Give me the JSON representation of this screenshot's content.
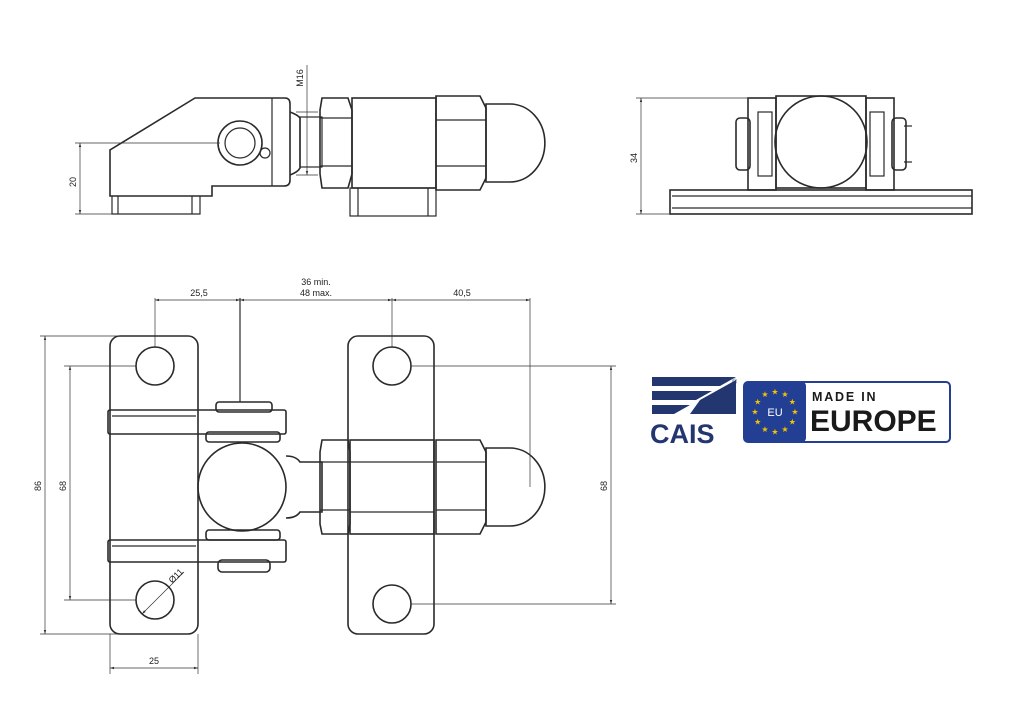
{
  "dimensions": {
    "top_side_height": "20",
    "thread": "M16",
    "end_view_height": "34",
    "left_width": "25,5",
    "center_span_min": "36 min.",
    "center_span_max": "48 max.",
    "right_width": "40,5",
    "left_overall_height": "86",
    "left_hole_spacing": "68",
    "right_hole_spacing": "68",
    "hole_diameter": "Ø11",
    "bottom_plate_width": "25"
  },
  "logos": {
    "brand": "CAIS",
    "registered": "®",
    "eu_badge": "EU",
    "made_in": "MADE IN",
    "europe": "EUROPE"
  },
  "colors": {
    "brand_navy": "#23366f",
    "eu_blue": "#233f94",
    "eu_star": "#f2c400",
    "line": "#2a2a2a"
  }
}
